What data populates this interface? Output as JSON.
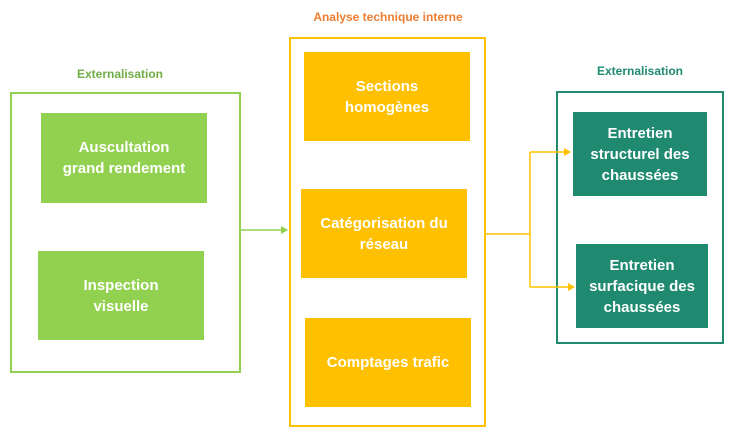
{
  "colors": {
    "green_frame": "#92d050",
    "green_box": "#92d050",
    "green_title": "#70ad47",
    "orange_title": "#ed7d31",
    "yellow": "#ffc000",
    "teal": "#1f8a70",
    "teal_title": "#1f8a70"
  },
  "left_group": {
    "title": "Externalisation",
    "boxes": [
      {
        "label_lines": [
          "Auscultation",
          "grand rendement"
        ]
      },
      {
        "label_lines": [
          "Inspection",
          "visuelle"
        ]
      }
    ]
  },
  "center_group": {
    "title": "Analyse technique interne",
    "boxes": [
      {
        "label_lines": [
          "Sections",
          "homogènes"
        ]
      },
      {
        "label_lines": [
          "Catégorisation du",
          "réseau"
        ]
      },
      {
        "label_lines": [
          "Comptages trafic"
        ]
      }
    ]
  },
  "right_group": {
    "title": "Externalisation",
    "boxes": [
      {
        "label_lines": [
          "Entretien",
          "structurel des",
          "chaussées"
        ]
      },
      {
        "label_lines": [
          "Entretien",
          "surfacique des",
          "chaussées"
        ]
      }
    ]
  }
}
